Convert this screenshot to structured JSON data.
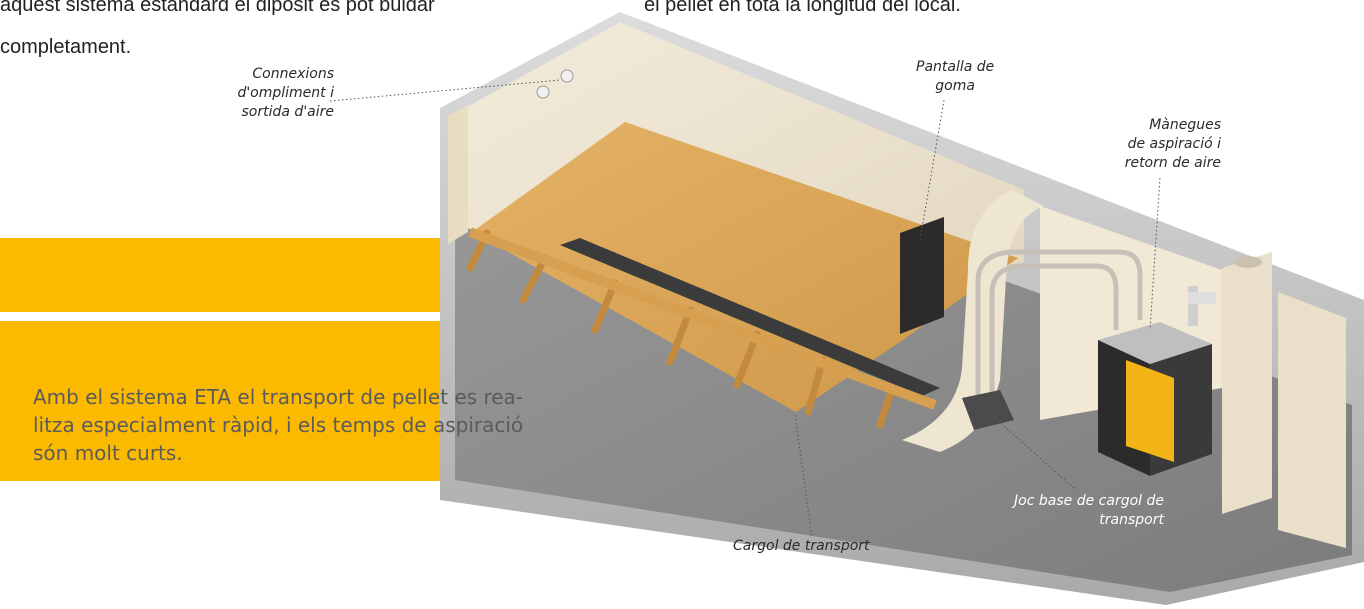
{
  "intro_text": {
    "line1": "aquest sistema estàndard el dipòsit es pot buidar",
    "line2": "completament.",
    "right_line": "el pellet en tota la longitud del local."
  },
  "highlight_text": {
    "line1": "Amb el sistema ETA el transport de pellet es rea-",
    "line2": "litza especialment ràpid, i els temps de aspiració",
    "line3": "són molt curts."
  },
  "callouts": {
    "connexions": [
      "Connexions",
      "d'ompliment i",
      "sortida d'aire"
    ],
    "pantalla": [
      "Pantalla de",
      "goma"
    ],
    "manegues": [
      "Mànegues",
      "de aspiració i",
      "retorn de aire"
    ],
    "joc": [
      "Joc base de cargol de",
      "transport"
    ],
    "cargol": [
      "Cargol de transport"
    ]
  },
  "colors": {
    "accent": "#fbb900",
    "body_text": "#5b5b5b",
    "pellet_board": "#d9a25a",
    "wall": "#ece3cf",
    "floor": "#8a8a8a",
    "boiler_front": "#f2b417"
  }
}
